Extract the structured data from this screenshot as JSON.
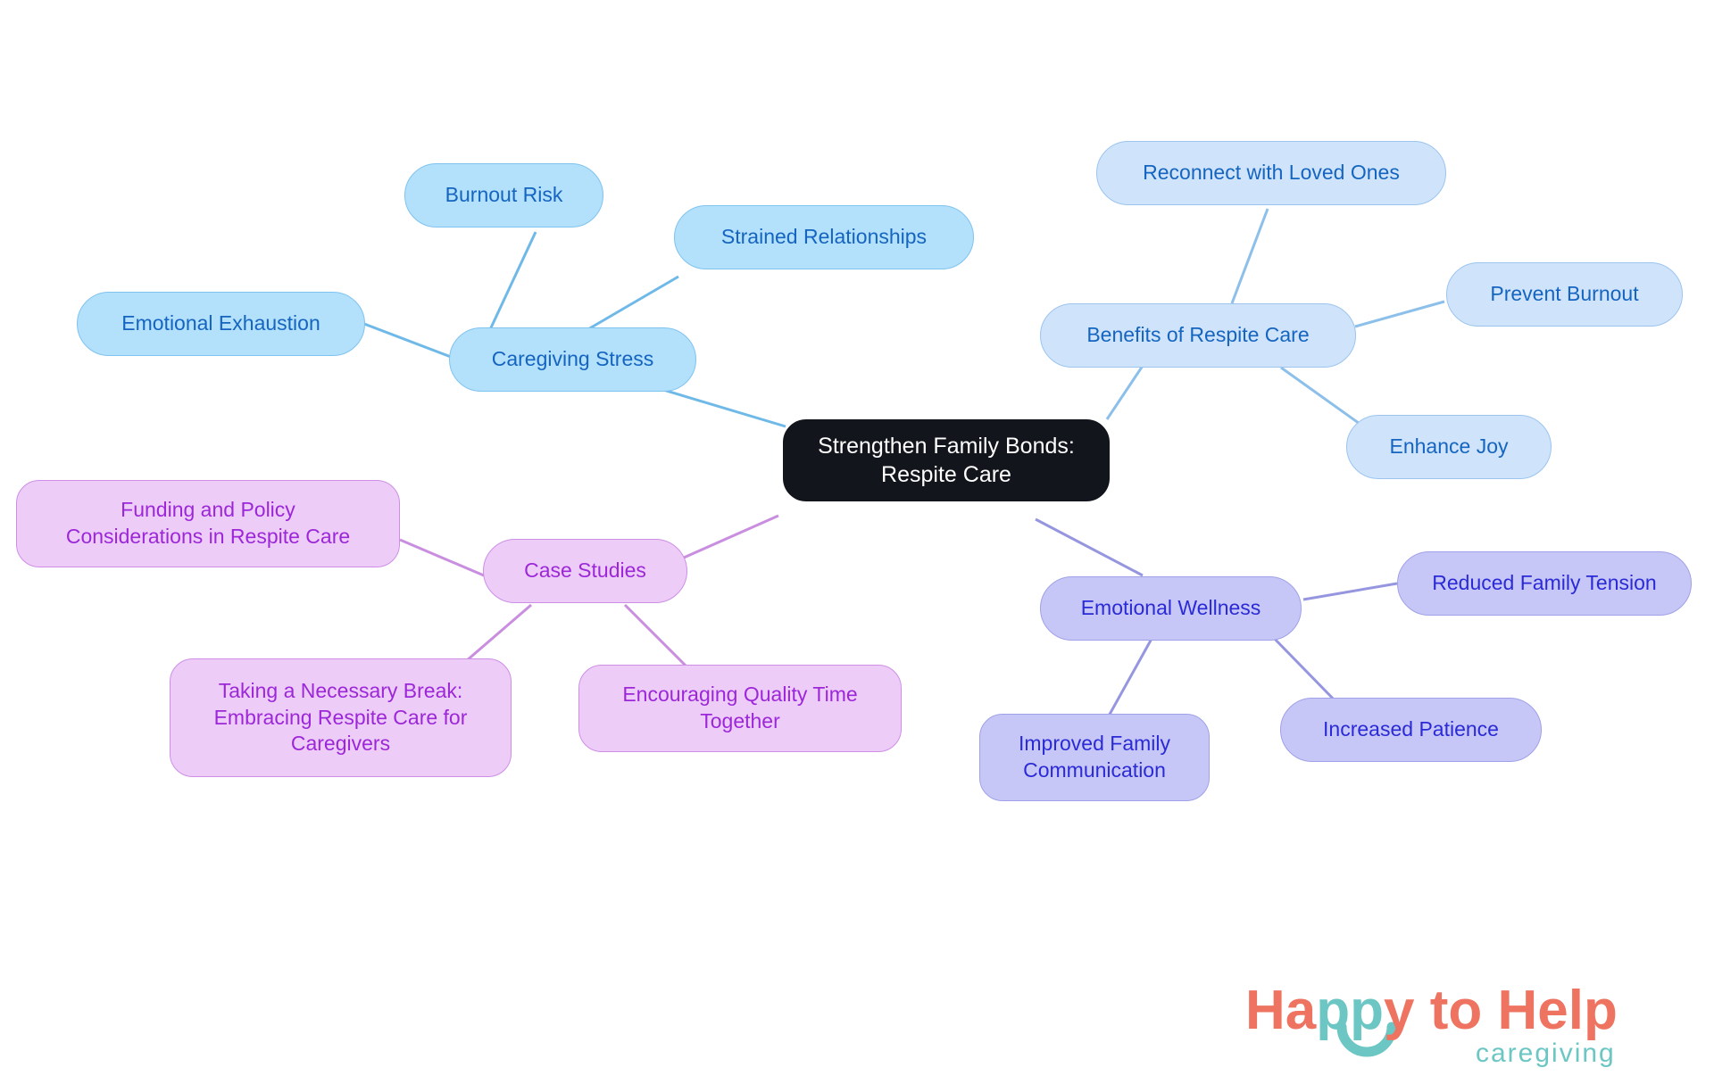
{
  "diagram": {
    "type": "mind-map",
    "title": "Strengthen Family Bonds: Respite Care",
    "background_color": "#ffffff",
    "root": {
      "id": "root",
      "label": "Strengthen Family Bonds:\nRespite Care",
      "fill": "#12151c",
      "text_color": "#ffffff"
    },
    "branches": [
      {
        "id": "caregiving-stress",
        "label": "Caregiving Stress",
        "fill": "#b3e0fb",
        "stroke": "#7fc3ef",
        "text_color": "#1565c0",
        "children": [
          {
            "id": "burnout-risk",
            "label": "Burnout Risk"
          },
          {
            "id": "strained-relationships",
            "label": "Strained Relationships"
          },
          {
            "id": "emotional-exhaustion",
            "label": "Emotional Exhaustion"
          }
        ]
      },
      {
        "id": "benefits-of-respite-care",
        "label": "Benefits of Respite Care",
        "fill": "#cfe4fb",
        "stroke": "#9cc4ef",
        "text_color": "#1565c0",
        "children": [
          {
            "id": "reconnect-with-loved-ones",
            "label": "Reconnect with Loved Ones"
          },
          {
            "id": "prevent-burnout",
            "label": "Prevent Burnout"
          },
          {
            "id": "enhance-joy",
            "label": "Enhance Joy"
          }
        ]
      },
      {
        "id": "emotional-wellness",
        "label": "Emotional Wellness",
        "fill": "#c7c7f7",
        "stroke": "#a0a0e8",
        "text_color": "#2a2ad6",
        "children": [
          {
            "id": "reduced-family-tension",
            "label": "Reduced Family Tension"
          },
          {
            "id": "increased-patience",
            "label": "Increased Patience"
          },
          {
            "id": "improved-family-communication",
            "label": "Improved Family\nCommunication"
          }
        ]
      },
      {
        "id": "case-studies",
        "label": "Case Studies",
        "fill": "#edcdf7",
        "stroke": "#ce8ee6",
        "text_color": "#9c27d9",
        "children": [
          {
            "id": "funding-and-policy",
            "label": "Funding and Policy\nConsiderations in Respite Care"
          },
          {
            "id": "taking-a-necessary-break",
            "label": "Taking a Necessary Break:\nEmbracing Respite Care for\nCaregivers"
          },
          {
            "id": "encouraging-quality-time",
            "label": "Encouraging Quality Time\nTogether"
          }
        ]
      }
    ]
  },
  "logo": {
    "line1_part1": "Ha",
    "line1_part2": "pp",
    "line1_part3": "y to Help",
    "line2": "caregiving",
    "coral": "#ee7461",
    "teal": "#6cc6c4"
  }
}
